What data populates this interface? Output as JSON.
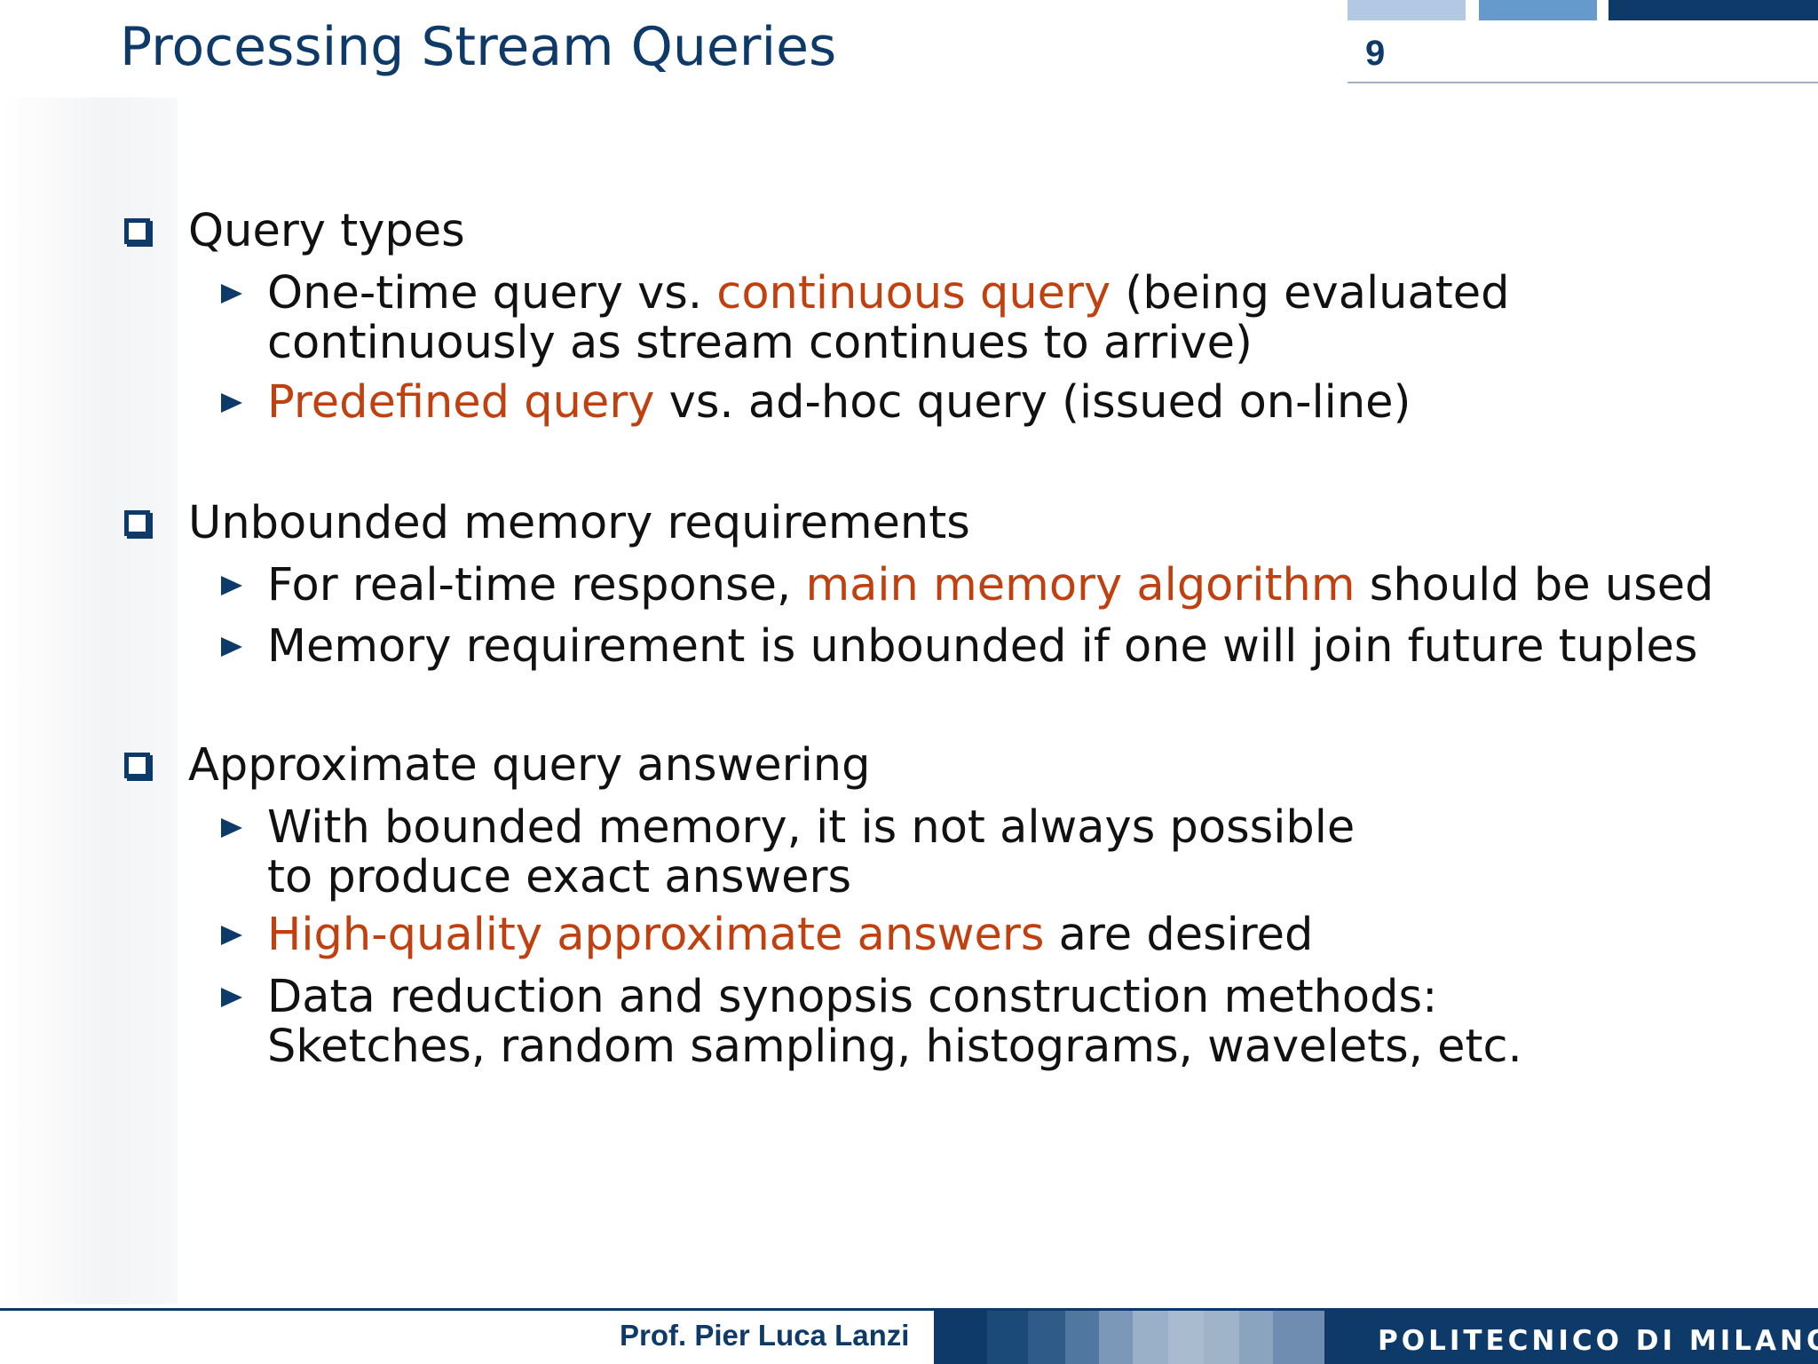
{
  "header": {
    "title": "Processing Stream Queries",
    "slide_number": "9",
    "deco_colors": [
      "#b3c8e2",
      "#6699cc",
      "#0d3a68"
    ]
  },
  "colors": {
    "title": "#0d3a68",
    "highlight": "#c0410f",
    "bullet": "#0d3a68",
    "text": "#111111"
  },
  "sections": [
    {
      "label": "Query types",
      "items": [
        {
          "lines": [
            [
              {
                "t": "One-time query vs. "
              },
              {
                "t": "continuous query",
                "hl": true
              },
              {
                "t": " (being evaluated"
              }
            ],
            [
              {
                "t": "continuously as stream continues to arrive)"
              }
            ]
          ]
        },
        {
          "lines": [
            [
              {
                "t": "Predefined query",
                "hl": true
              },
              {
                "t": " vs. ad-hoc query (issued on-line)"
              }
            ]
          ]
        }
      ]
    },
    {
      "label": "Unbounded memory requirements",
      "items": [
        {
          "lines": [
            [
              {
                "t": "For real-time response, "
              },
              {
                "t": "main memory algorithm",
                "hl": true
              },
              {
                "t": " should be used"
              }
            ]
          ]
        },
        {
          "lines": [
            [
              {
                "t": "Memory requirement is unbounded if one will join future tuples"
              }
            ]
          ]
        }
      ]
    },
    {
      "label": "Approximate query answering",
      "items": [
        {
          "lines": [
            [
              {
                "t": "With bounded memory, it is not always possible"
              }
            ],
            [
              {
                "t": "to produce exact answers"
              }
            ]
          ]
        },
        {
          "lines": [
            [
              {
                "t": "High-quality approximate answers",
                "hl": true
              },
              {
                "t": " are desired"
              }
            ]
          ]
        },
        {
          "lines": [
            [
              {
                "t": "Data reduction and synopsis construction methods:"
              }
            ],
            [
              {
                "t": "Sketches, random sampling, histograms, wavelets, etc."
              }
            ]
          ]
        }
      ]
    }
  ],
  "footer": {
    "author": "Prof. Pier Luca Lanzi",
    "institution": "POLITECNICO DI MILANO",
    "band_colors": [
      "#0d3a68",
      "#1c4a78",
      "#2f5b88",
      "#4f77a0",
      "#7b98b8",
      "#9ab0c8",
      "#a9bccf",
      "#9fb3c9",
      "#8aa3bf",
      "#6f8db0",
      "#0d3a68"
    ]
  }
}
